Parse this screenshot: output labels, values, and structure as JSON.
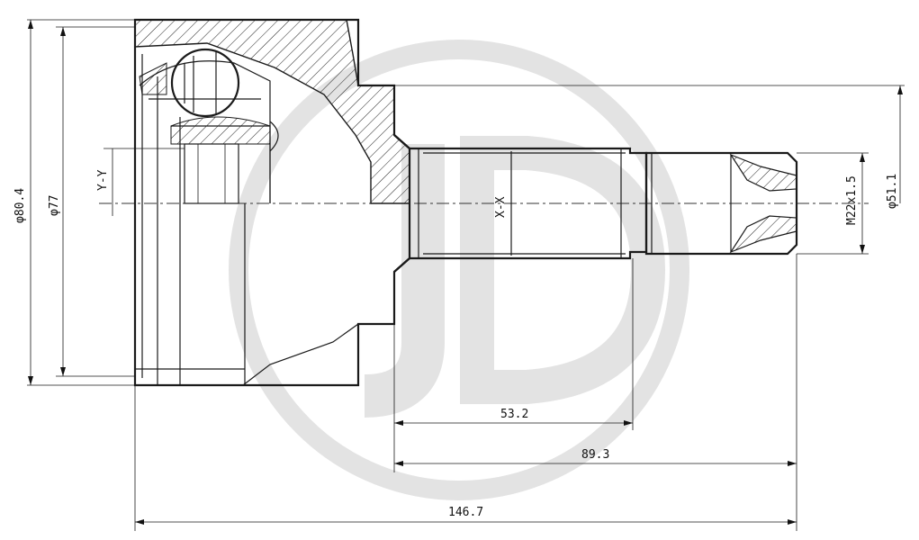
{
  "dimensions": {
    "outer_diameter": "φ80.4",
    "inner_diameter": "φ77",
    "shaft_diameter": "φ51.1",
    "thread": "M22x1.5",
    "spline_length": "53.2",
    "shaft_length": "89.3",
    "overall_length": "146.7"
  },
  "sections": {
    "y_y": "Y-Y",
    "x_x": "X-X"
  },
  "watermark": "JD",
  "colors": {
    "line": "#1a1a1a",
    "watermark": "#e3e3e3",
    "background": "#ffffff"
  }
}
